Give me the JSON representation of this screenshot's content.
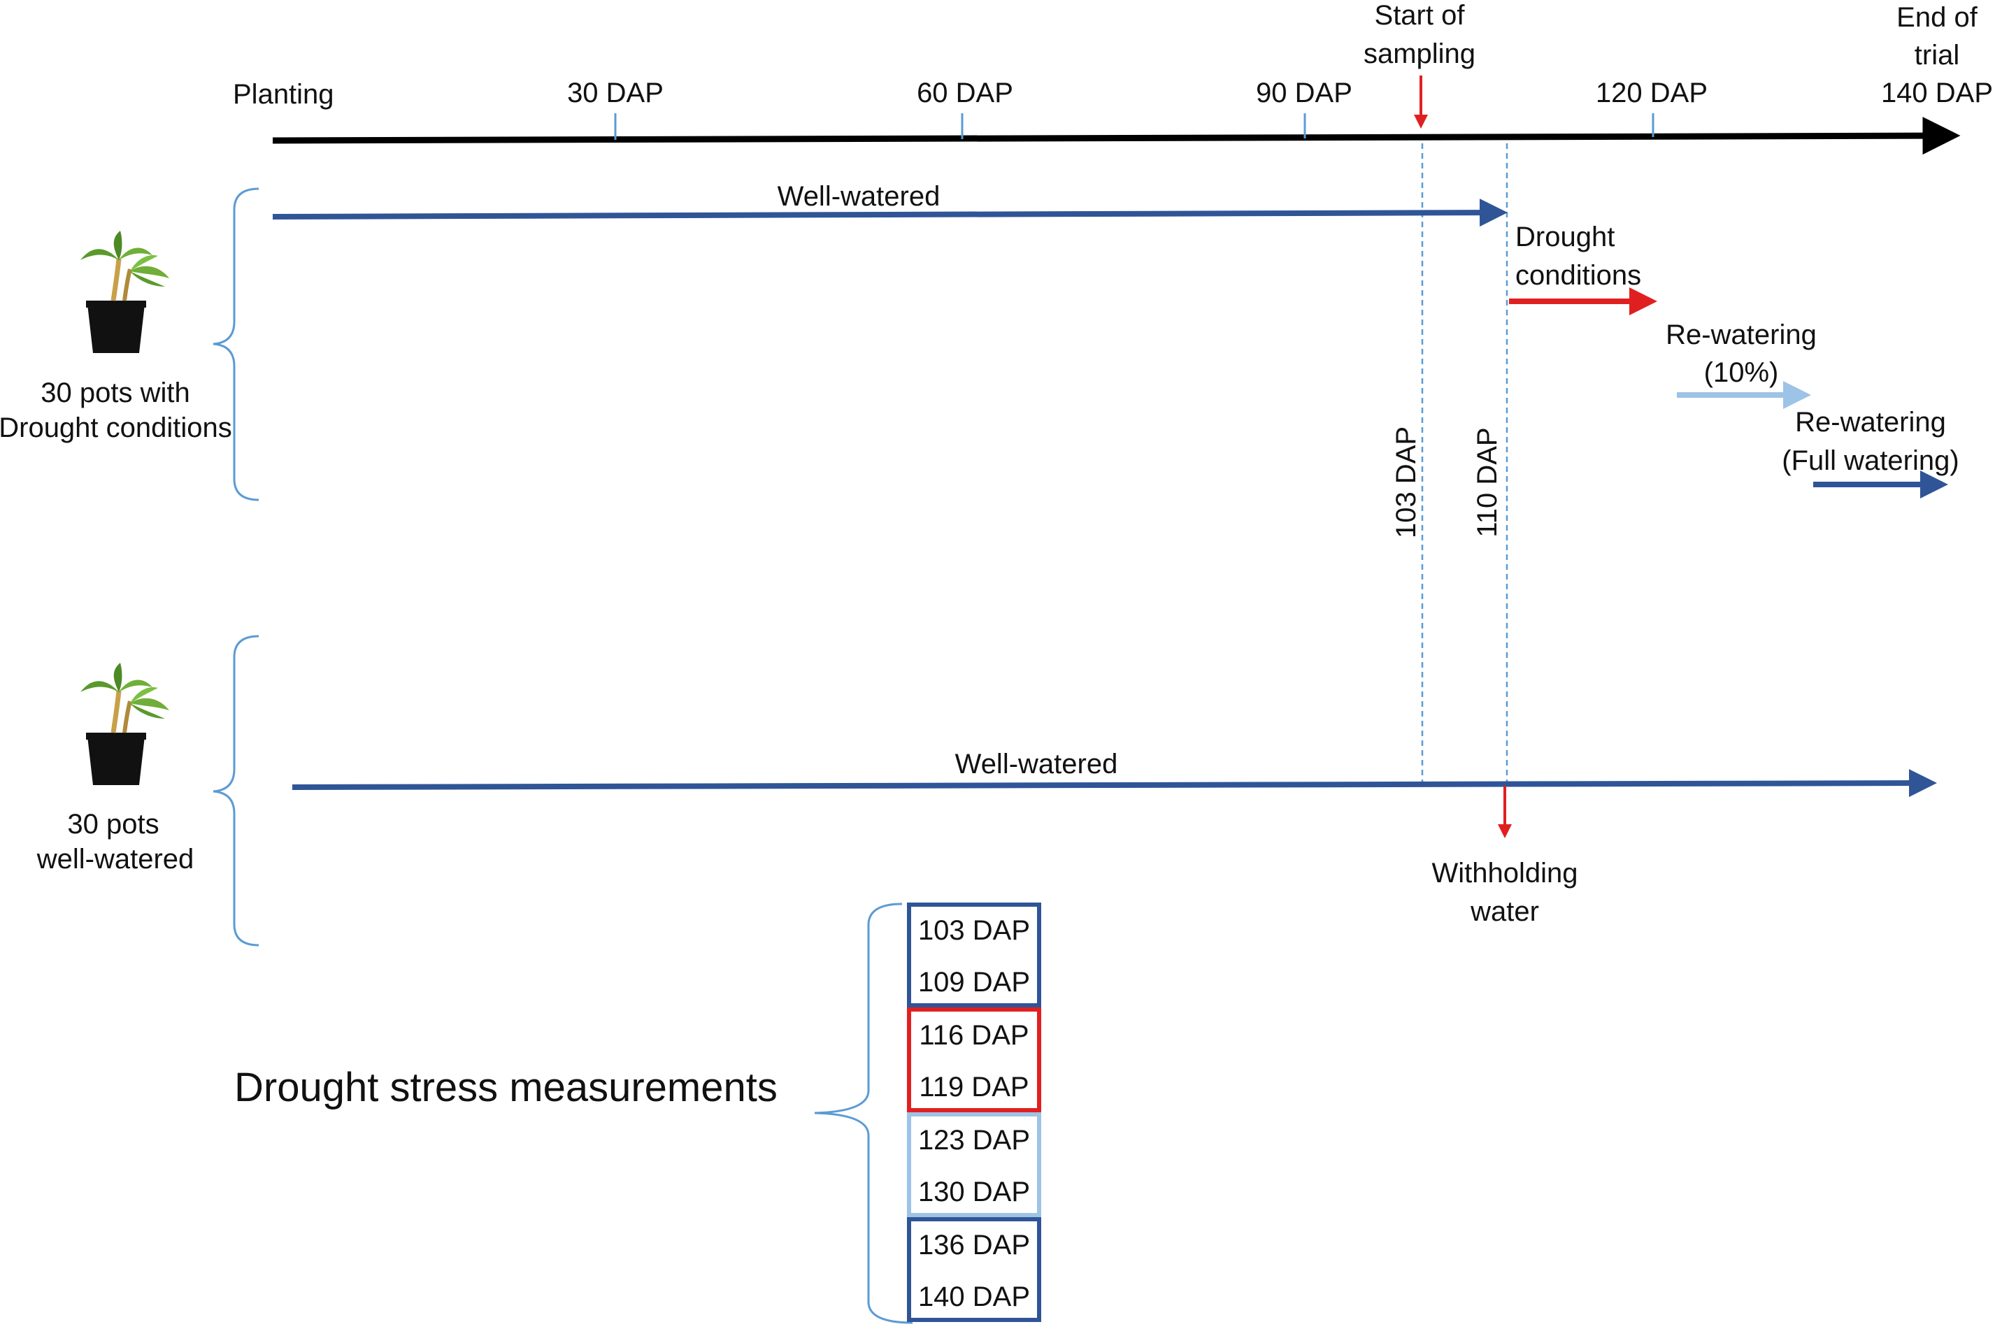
{
  "timeline": {
    "planting": "Planting",
    "start_sampling": [
      "Start of",
      "sampling"
    ],
    "end_trial": [
      "End of",
      "trial",
      "140 DAP"
    ],
    "ticks": [
      "30 DAP",
      "60 DAP",
      "90 DAP",
      "120 DAP"
    ]
  },
  "markers": {
    "day_103": "103 DAP",
    "day_110": "110 DAP"
  },
  "drought_group": {
    "label": [
      "30 pots with",
      "Drought conditions"
    ],
    "well_watered": "Well-watered",
    "drought": [
      "Drought",
      "conditions"
    ],
    "rewater_10": [
      "Re-watering",
      "(10%)"
    ],
    "rewater_full": [
      "Re-watering",
      "(Full watering)"
    ]
  },
  "control_group": {
    "label": [
      "30 pots",
      "well-watered"
    ],
    "well_watered": "Well-watered",
    "withholding": [
      "Withholding",
      "water"
    ]
  },
  "measurements": {
    "title": "Drought stress measurements",
    "groups": [
      {
        "days": [
          "103 DAP",
          "109 DAP"
        ],
        "color": "#2f5597"
      },
      {
        "days": [
          "116 DAP",
          "119 DAP"
        ],
        "color": "#e02020"
      },
      {
        "days": [
          "123 DAP",
          "130 DAP"
        ],
        "color": "#9dc3e6"
      },
      {
        "days": [
          "136 DAP",
          "140 DAP"
        ],
        "color": "#2f5597"
      }
    ]
  },
  "colors": {
    "well_watered": "#2f5597",
    "drought": "#e02020",
    "rewater_10": "#9dc3e6",
    "brace": "#5b9bd5"
  }
}
